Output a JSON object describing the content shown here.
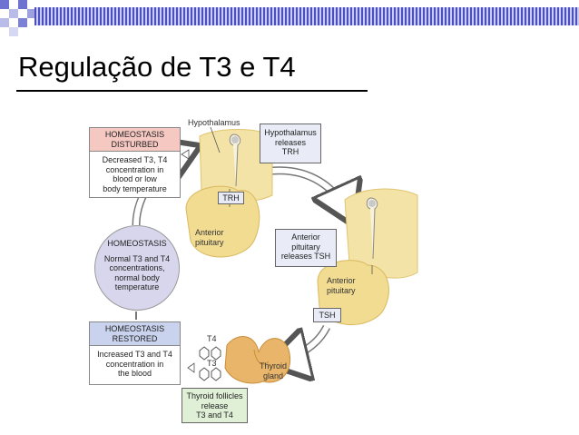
{
  "slide": {
    "title": "Regulação de T3 e T4"
  },
  "diagram": {
    "hypothalamus_label": "Hypothalamus",
    "homeostasis_disturbed": {
      "header_line1": "HOMEOSTASIS",
      "header_line2": "DISTURBED",
      "body": [
        "Decreased T3, T4",
        "concentration in",
        "blood or low",
        "body temperature"
      ]
    },
    "hypothalamus_releases": [
      "Hypothalamus",
      "releases",
      "TRH"
    ],
    "trh_tag": "TRH",
    "anterior_pituitary_left": [
      "Anterior",
      "pituitary"
    ],
    "anterior_pituitary_releases": [
      "Anterior",
      "pituitary",
      "releases TSH"
    ],
    "anterior_pituitary_right": [
      "Anterior",
      "pituitary"
    ],
    "tsh_tag": "TSH",
    "homeostasis_circle": {
      "header": "HOMEOSTASIS",
      "body": [
        "Normal T3 and T4",
        "concentrations,",
        "normal body",
        "temperature"
      ]
    },
    "homeostasis_restored": {
      "header_line1": "HOMEOSTASIS",
      "header_line2": "RESTORED",
      "body": [
        "Increased T3 and T4",
        "concentration in",
        "the blood"
      ]
    },
    "t4_label": "T4",
    "t3_label": "T3",
    "thyroid_gland": [
      "Thyroid",
      "gland"
    ],
    "thyroid_follicles": [
      "Thyroid follicles",
      "release",
      "T3 and T4"
    ]
  },
  "colors": {
    "header_bar_dark": "#4b4fbf",
    "disturbed_header": "#f5c8c2",
    "restored_header": "#c9d3ee",
    "follicles_box": "#dff0d6",
    "tissue": "#f4e3a6",
    "thyroid": "#e8b56a"
  }
}
